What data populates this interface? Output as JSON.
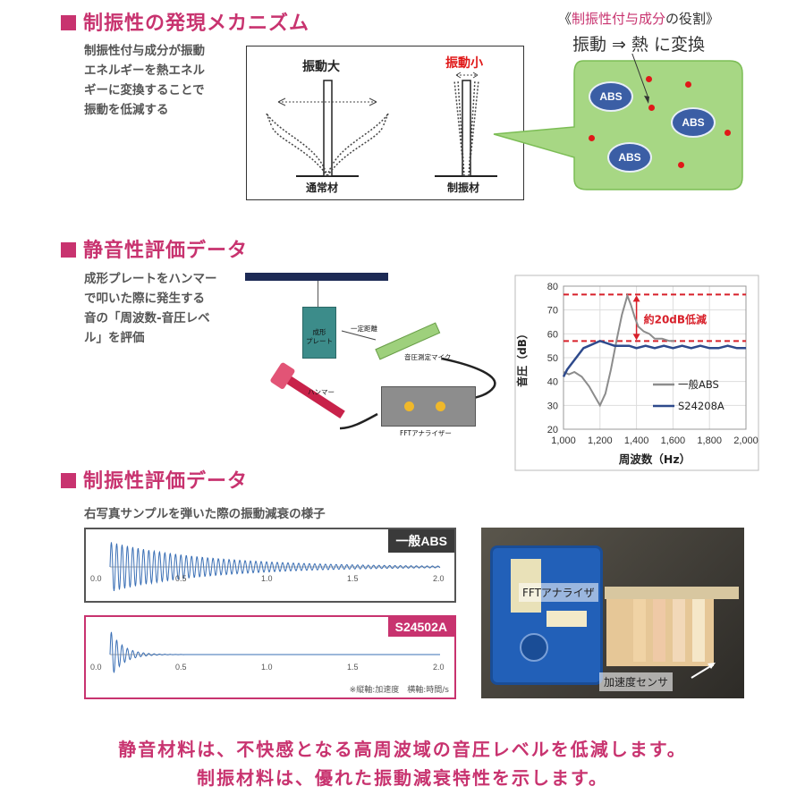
{
  "section1": {
    "title": "制振性の発現メカニズム",
    "desc": "制振性付与成分が振動\nエネルギーを熱エネル\nギーに変換することで\n振動を低減する",
    "diagram": {
      "label_big": "振動大",
      "label_small": "振動小",
      "label_normal": "通常材",
      "label_damping": "制振材"
    },
    "callout": {
      "role_open": "《",
      "role_highlight": "制振性付与成分",
      "role_rest": "の役割》",
      "conversion": "振動 ⇒ 熱 に変換",
      "abs_label": "ABS"
    }
  },
  "section2": {
    "title": "静音性評価データ",
    "desc": "成形プレートをハンマー\nで叩いた際に発生する\n音の「周波数-音圧レベ\nル」を評価",
    "illustration": {
      "plate": "成形\nプレート",
      "distance": "一定距離",
      "mic": "音圧測定マイク",
      "hammer": "ハンマー",
      "fft": "FFTアナライザー"
    }
  },
  "chart_data": {
    "type": "line",
    "xlabel": "周波数（Hz）",
    "ylabel": "音圧（dB）",
    "xlim": [
      1000,
      2000
    ],
    "ylim": [
      20,
      80
    ],
    "xticks": [
      "1,000",
      "1,200",
      "1,400",
      "1,600",
      "1,800",
      "2,000"
    ],
    "yticks": [
      "20",
      "30",
      "40",
      "50",
      "60",
      "70",
      "80"
    ],
    "legend_position": "bottom-right",
    "annotation": "約20dB低減",
    "reference_lines": [
      76.5,
      57
    ],
    "series": [
      {
        "name": "一般ABS",
        "color": "#8c8c8c",
        "x": [
          1000,
          1030,
          1060,
          1100,
          1140,
          1170,
          1200,
          1230,
          1260,
          1290,
          1320,
          1350,
          1370,
          1390,
          1410,
          1440,
          1470,
          1500,
          1540,
          1580,
          1610
        ],
        "y": [
          44,
          43,
          44,
          42,
          38,
          34,
          30,
          35,
          45,
          57,
          68,
          76,
          72,
          67,
          63,
          61,
          60,
          58,
          58,
          57,
          57
        ]
      },
      {
        "name": "S24208A",
        "color": "#2e4a8c",
        "x": [
          1000,
          1020,
          1050,
          1080,
          1110,
          1140,
          1170,
          1200,
          1240,
          1280,
          1320,
          1360,
          1400,
          1450,
          1500,
          1550,
          1600,
          1650,
          1700,
          1750,
          1800,
          1850,
          1900,
          1950,
          2000
        ],
        "y": [
          42,
          45,
          48,
          51,
          54,
          55,
          56,
          57,
          56,
          55,
          55,
          55,
          54,
          55,
          54,
          55,
          54,
          55,
          54,
          55,
          54,
          54,
          55,
          54,
          54
        ]
      }
    ]
  },
  "section3": {
    "title": "制振性評価データ",
    "subtitle": "右写真サンプルを弾いた際の振動減衰の様子",
    "box1_tag": "一般ABS",
    "box2_tag": "S24502A",
    "wave_ticks": [
      "0.0",
      "0.5",
      "1.0",
      "1.5",
      "2.0"
    ],
    "note": "※縦軸:加速度　横軸:時間/s",
    "photo": {
      "fft_label": "FFTアナライザ",
      "sensor_label": "加速度センサ"
    }
  },
  "bottom": {
    "line1": "静音材料は、不快感となる高周波域の音圧レベルを低減します。",
    "line2": "制振材料は、優れた振動減衰特性を示します。"
  },
  "colors": {
    "accent": "#c8336f",
    "green_box": "#a7d784",
    "abs_blue": "#3b5ea5",
    "dot_red": "#e01818"
  }
}
